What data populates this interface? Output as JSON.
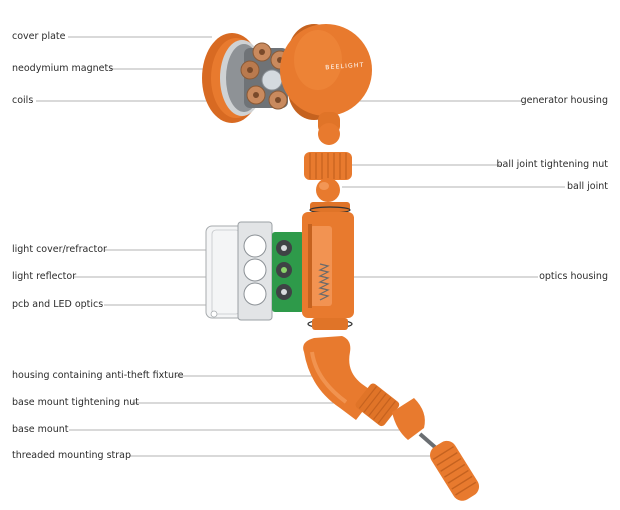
{
  "brand": {
    "text": "BEELIGHT"
  },
  "colors": {
    "orange": "#E87A2E",
    "orange_dark": "#C5621F",
    "copper": "#C98A5E",
    "pcb_green": "#2E9A4A",
    "leader_line": "#9A9A9A"
  },
  "labels_left": [
    {
      "id": "cover-plate",
      "text": "cover plate"
    },
    {
      "id": "neodymium-magnets",
      "text": "neodymium magnets"
    },
    {
      "id": "coils",
      "text": "coils"
    },
    {
      "id": "light-cover-refractor",
      "text": "light cover/refractor"
    },
    {
      "id": "light-reflector",
      "text": "light reflector"
    },
    {
      "id": "pcb-led-optics",
      "text": "pcb and LED optics"
    },
    {
      "id": "housing-anti-theft",
      "text": "housing containing anti-theft fixture"
    },
    {
      "id": "base-mount-nut",
      "text": "base mount tightening nut"
    },
    {
      "id": "base-mount",
      "text": "base mount"
    },
    {
      "id": "threaded-strap",
      "text": "threaded mounting strap"
    }
  ],
  "labels_right": [
    {
      "id": "generator-housing",
      "text": "generator housing"
    },
    {
      "id": "ball-joint-nut",
      "text": "ball joint tightening nut"
    },
    {
      "id": "ball-joint",
      "text": "ball joint"
    },
    {
      "id": "optics-housing",
      "text": "optics housing"
    }
  ]
}
